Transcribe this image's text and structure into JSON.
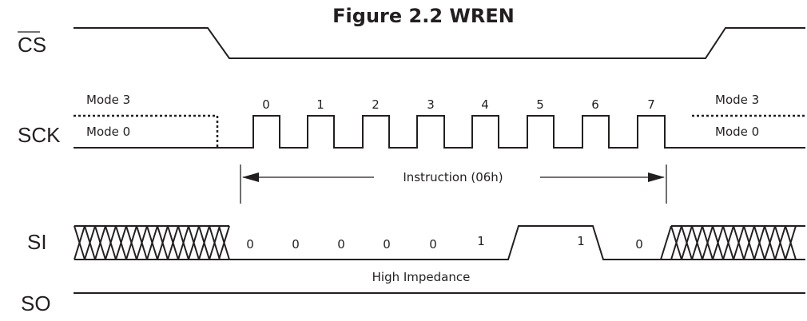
{
  "title": "Figure 2.2 WREN",
  "signals": {
    "cs": "CS",
    "sck": "SCK",
    "si": "SI",
    "so": "SO"
  },
  "sck": {
    "mode3_left": "Mode 3",
    "mode0_left": "Mode 0",
    "mode3_right": "Mode 3",
    "mode0_right": "Mode 0",
    "clock_numbers": [
      "0",
      "1",
      "2",
      "3",
      "4",
      "5",
      "6",
      "7"
    ]
  },
  "instruction_label": "Instruction (06h)",
  "si_bits": [
    "0",
    "0",
    "0",
    "0",
    "0",
    "1",
    "1",
    "0"
  ],
  "so_label": "High Impedance"
}
